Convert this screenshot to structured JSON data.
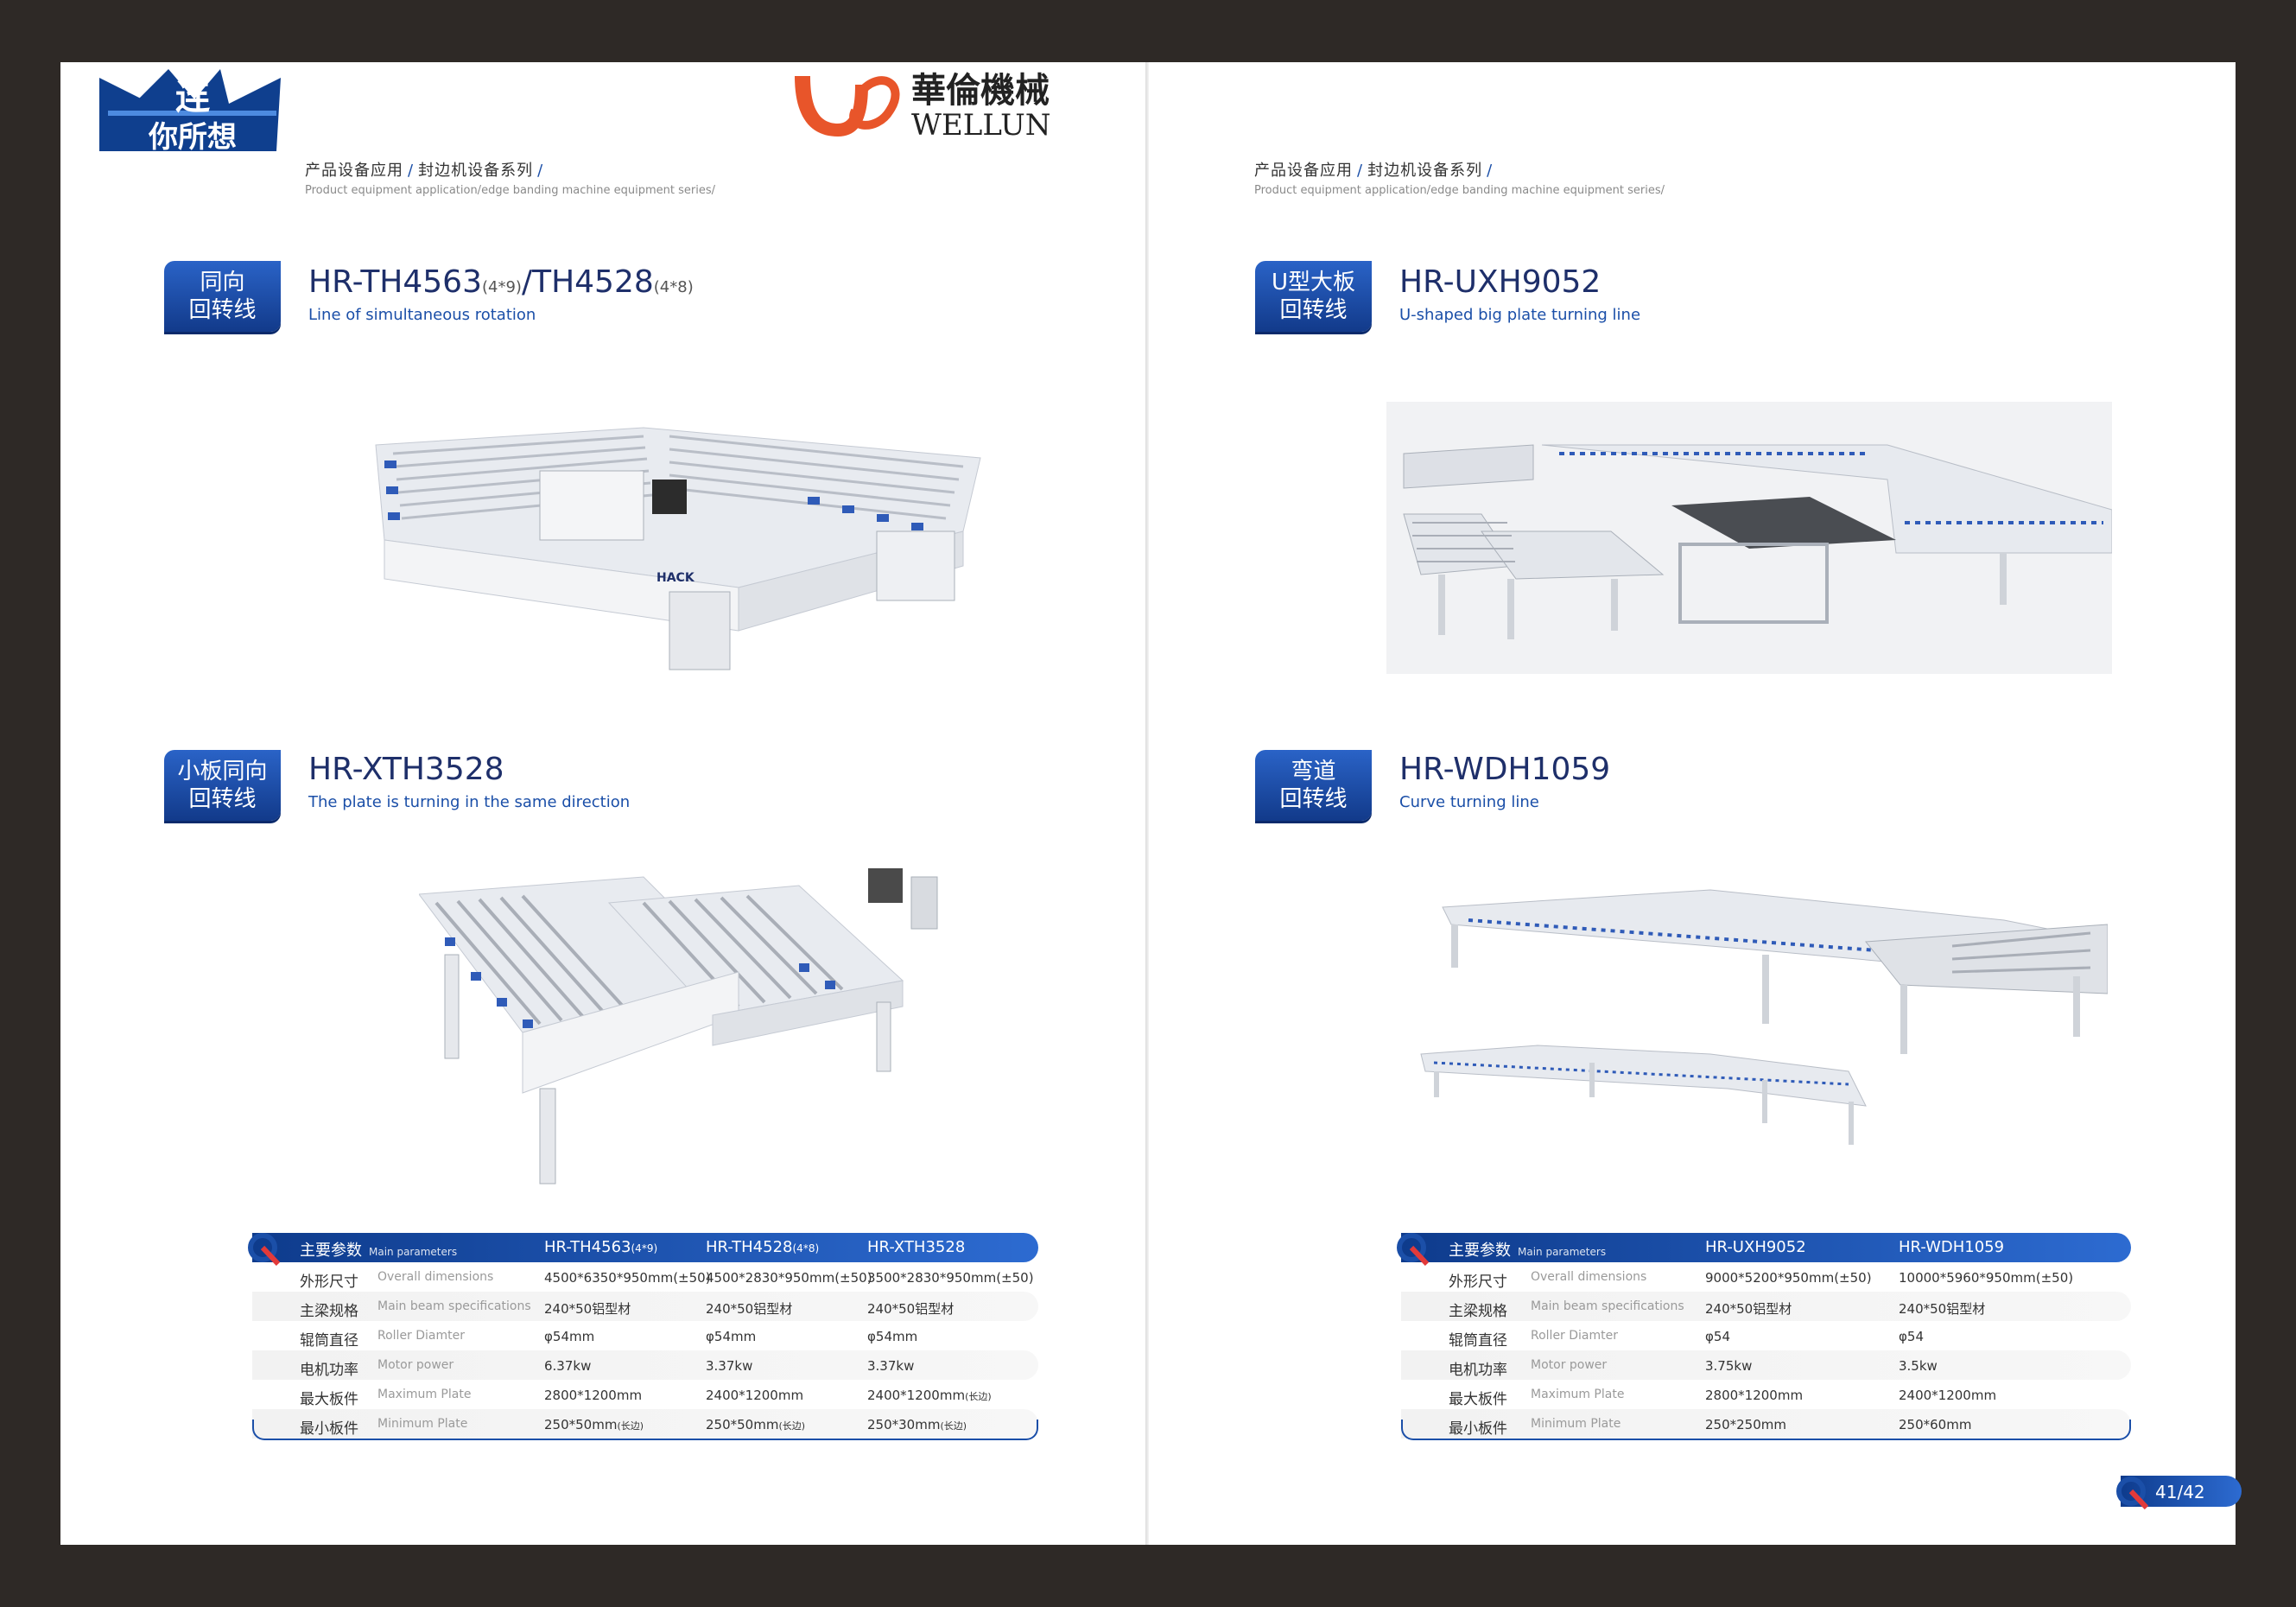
{
  "breadcrumb": {
    "cn_part1": "产品设备应用",
    "sep": "/",
    "cn_part2": "封边机设备系列",
    "cn_trail": "/",
    "en": "Product equipment application/edge banding machine equipment series/"
  },
  "left_logo": {
    "line1": "连",
    "line2": "你所想"
  },
  "right_logo": {
    "cn": "華倫機械",
    "en": "WELLUN",
    "brand_color": "#e8552a"
  },
  "products": [
    {
      "badge": [
        "同向",
        "回转线"
      ],
      "model_prefix": "HR-",
      "model": "TH4563",
      "model_sub": "(4*9)",
      "model2": "/TH4528",
      "model2_sub": "(4*8)",
      "en": "Line of simultaneous rotation"
    },
    {
      "badge": [
        "小板同向",
        "回转线"
      ],
      "model_prefix": "HR-",
      "model": "XTH3528",
      "en": "The plate is turning in the same direction"
    },
    {
      "badge": [
        "U型大板",
        "回转线"
      ],
      "model_prefix": "HR-",
      "model": "UXH9052",
      "en": "U-shaped big plate turning line"
    },
    {
      "badge": [
        "弯道",
        "回转线"
      ],
      "model_prefix": "HR-",
      "model": "WDH1059",
      "en": "Curve turning line"
    }
  ],
  "machine_brand": "HACK",
  "table_left": {
    "head": {
      "cn": "主要参数",
      "en": "Main parameters",
      "cols": [
        "HR-TH4563",
        "HR-TH4528",
        "HR-XTH3528"
      ],
      "col_subs": [
        "(4*9)",
        "(4*8)",
        ""
      ]
    },
    "rows": [
      {
        "cn": "外形尺寸",
        "en": "Overall dimensions",
        "values": [
          "4500*6350*950mm(±50)",
          "4500*2830*950mm(±50)",
          "3500*2830*950mm(±50)"
        ],
        "notes": [
          "",
          "",
          ""
        ]
      },
      {
        "cn": "主梁规格",
        "en": "Main beam specifications",
        "values": [
          "240*50铝型材",
          "240*50铝型材",
          "240*50铝型材"
        ],
        "notes": [
          "",
          "",
          ""
        ]
      },
      {
        "cn": "辊筒直径",
        "en": "Roller Diamter",
        "values": [
          "φ54mm",
          "φ54mm",
          "φ54mm"
        ],
        "notes": [
          "",
          "",
          ""
        ]
      },
      {
        "cn": "电机功率",
        "en": "Motor power",
        "values": [
          "6.37kw",
          "3.37kw",
          "3.37kw"
        ],
        "notes": [
          "",
          "",
          ""
        ]
      },
      {
        "cn": "最大板件",
        "en": "Maximum Plate",
        "values": [
          "2800*1200mm",
          "2400*1200mm",
          "2400*1200mm"
        ],
        "notes": [
          "",
          "",
          "(长边)"
        ]
      },
      {
        "cn": "最小板件",
        "en": "Minimum Plate",
        "values": [
          "250*50mm",
          "250*50mm",
          "250*30mm"
        ],
        "notes": [
          "(长边)",
          "(长边)",
          "(长边)"
        ]
      }
    ]
  },
  "table_right": {
    "head": {
      "cn": "主要参数",
      "en": "Main parameters",
      "cols": [
        "HR-UXH9052",
        "HR-WDH1059"
      ]
    },
    "rows": [
      {
        "cn": "外形尺寸",
        "en": "Overall dimensions",
        "values": [
          "9000*5200*950mm(±50)",
          "10000*5960*950mm(±50)"
        ]
      },
      {
        "cn": "主梁规格",
        "en": "Main beam specifications",
        "values": [
          "240*50铝型材",
          "240*50铝型材"
        ]
      },
      {
        "cn": "辊筒直径",
        "en": "Roller Diamter",
        "values": [
          "φ54",
          "φ54"
        ]
      },
      {
        "cn": "电机功率",
        "en": "Motor power",
        "values": [
          "3.75kw",
          "3.5kw"
        ]
      },
      {
        "cn": "最大板件",
        "en": "Maximum Plate",
        "values": [
          "2800*1200mm",
          "2400*1200mm"
        ]
      },
      {
        "cn": "最小板件",
        "en": "Minimum Plate",
        "values": [
          "250*250mm",
          "250*60mm"
        ]
      }
    ]
  },
  "page_number": "41/42",
  "colors": {
    "accent": "#1b4fa8",
    "accent_dark": "#0e3b8c",
    "background": "#2e2926",
    "logo_orange": "#e8552a"
  }
}
